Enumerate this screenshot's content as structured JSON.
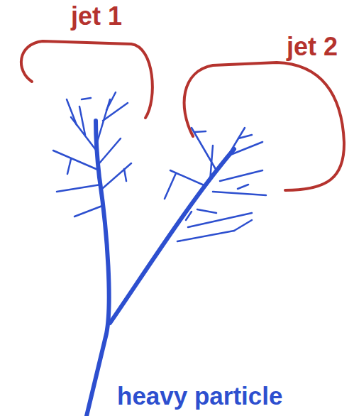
{
  "diagram": {
    "labels": [
      "jet 1",
      "jet 2",
      "heavy particle"
    ]
  }
}
